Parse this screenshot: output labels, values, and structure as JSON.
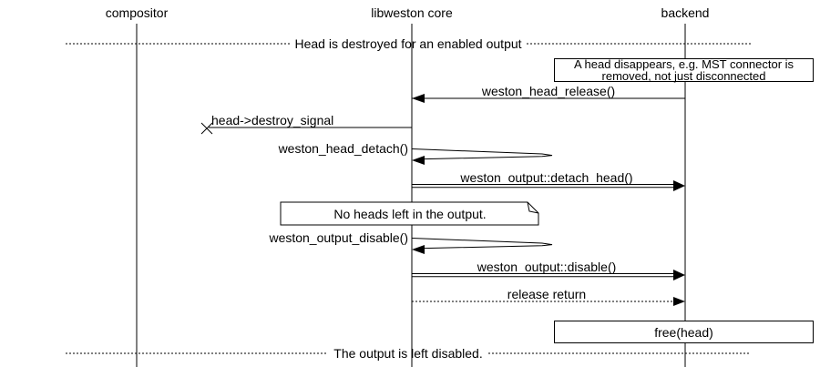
{
  "participants": [
    {
      "label": "compositor"
    },
    {
      "label": "libweston core"
    },
    {
      "label": "backend"
    }
  ],
  "dividers": {
    "top": "Head is destroyed for an enabled output",
    "bottom": "The output is left disabled."
  },
  "notes": {
    "backend_note_line1": "A head disappears, e.g. MST connector is",
    "backend_note_line2": "removed, not just disconnected",
    "output_note": "No heads left in the output.",
    "free_box": "free(head)"
  },
  "messages": [
    {
      "label": "weston_head_release()"
    },
    {
      "label": "head->destroy_signal"
    },
    {
      "label": "weston_head_detach()"
    },
    {
      "label": "weston_output::detach_head()"
    },
    {
      "label": "weston_output_disable()"
    },
    {
      "label": "weston_output::disable()"
    },
    {
      "label": "release return"
    }
  ],
  "colors": {
    "line": "#000000",
    "background": "#ffffff"
  }
}
